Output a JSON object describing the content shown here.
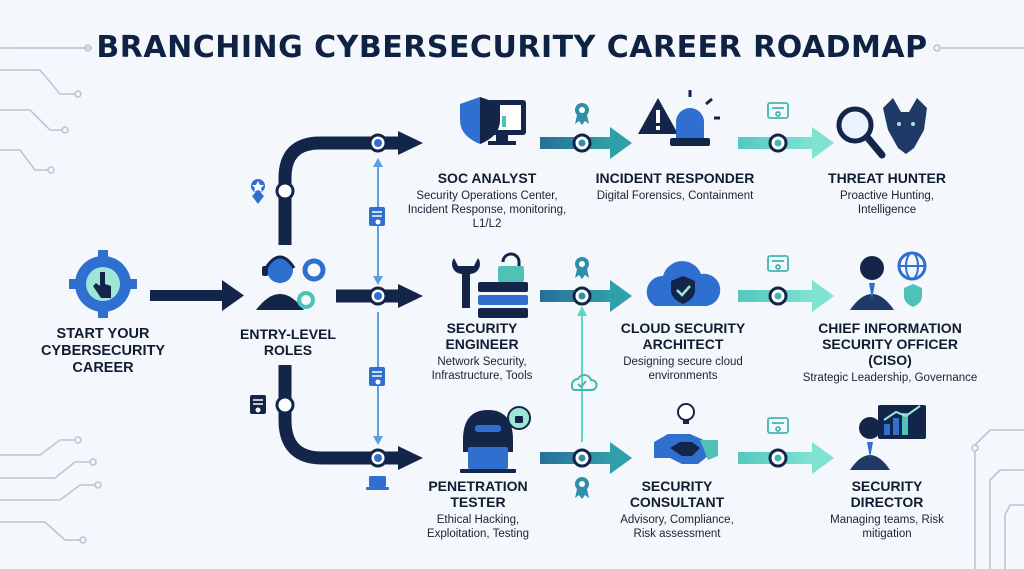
{
  "header": {
    "title": "BRANCHING CYBERSECURITY CAREER ROADMAP"
  },
  "start": {
    "title": "START YOUR CYBERSECURITY CAREER"
  },
  "entry": {
    "title": "ENTRY-LEVEL ROLES"
  },
  "roles": {
    "soc_analyst": {
      "title": "SOC ANALYST",
      "desc": "Security Operations Center, Incident Response, monitoring, L1/L2"
    },
    "incident_responder": {
      "title": "INCIDENT RESPONDER",
      "desc": "Digital Forensics, Containment"
    },
    "threat_hunter": {
      "title": "THREAT HUNTER",
      "desc": "Proactive Hunting, Intelligence"
    },
    "security_engineer": {
      "title": "SECURITY ENGINEER",
      "desc": "Network Security, Infrastructure, Tools"
    },
    "cloud_security_architect": {
      "title": "CLOUD SECURITY ARCHITECT",
      "desc": "Designing secure cloud environments"
    },
    "ciso": {
      "title": "CHIEF INFORMATION SECURITY OFFICER (CISO)",
      "desc": "Strategic Leadership, Governance"
    },
    "penetration_tester": {
      "title": "PENETRATION TESTER",
      "desc": "Ethical Hacking, Exploitation, Testing"
    },
    "security_consultant": {
      "title": "SECURITY CONSULTANT",
      "desc": "Advisory, Compliance, Risk assessment"
    },
    "security_director": {
      "title": "SECURITY DIRECTOR",
      "desc": "Managing teams, Risk mitigation"
    }
  },
  "colors": {
    "navy": "#13264a",
    "blue": "#2f6fd0",
    "teal": "#2f8fa8",
    "aqua": "#5fd6c6",
    "circuit": "#b9c6d6"
  }
}
